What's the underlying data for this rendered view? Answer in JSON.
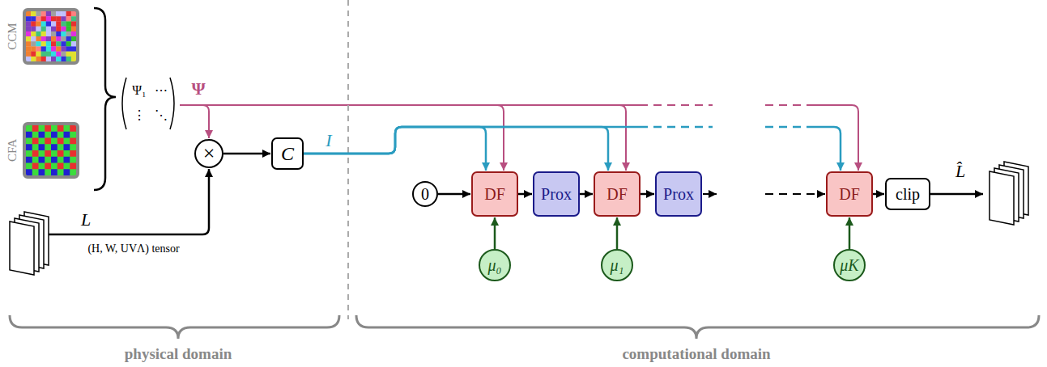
{
  "diagram": {
    "nodes": [
      {
        "text": [
          "×"
        ]
      },
      {
        "text": [
          "C"
        ]
      },
      {
        "text": [
          "0"
        ]
      },
      {
        "text": [
          "DF"
        ]
      },
      {
        "text": [
          "Prox"
        ]
      },
      {
        "text": [
          "DF"
        ]
      },
      {
        "text": [
          "Prox"
        ]
      },
      {
        "text": [
          "DF"
        ]
      },
      {
        "text": [
          "clip"
        ]
      },
      {
        "text": [
          "μ₀"
        ]
      },
      {
        "text": [
          "μ₁"
        ]
      },
      {
        "text": [
          "μK"
        ]
      }
    ],
    "edges": [
      {
        "from": 0,
        "to": 1,
        "arrow": "to"
      },
      {
        "from": 1,
        "to": 3,
        "arrow": "to",
        "label": "I"
      },
      {
        "from": 1,
        "to": 5,
        "arrow": "to"
      },
      {
        "from": 1,
        "to": 7,
        "arrow": "to"
      },
      {
        "from": 2,
        "to": 3,
        "arrow": "to"
      },
      {
        "from": 3,
        "to": 4,
        "arrow": "to"
      },
      {
        "from": 4,
        "to": 5,
        "arrow": "to"
      },
      {
        "from": 5,
        "to": 6,
        "arrow": "to"
      },
      {
        "from": 7,
        "to": 8,
        "arrow": "to"
      },
      {
        "from": 9,
        "to": 3,
        "arrow": "to"
      },
      {
        "from": 10,
        "to": 5,
        "arrow": "to"
      },
      {
        "from": 11,
        "to": 7,
        "arrow": "to"
      }
    ],
    "labels": [
      "CCM",
      "CFA",
      "Ψ₁",
      "⋯",
      "⋮",
      "⋱",
      "Ψ",
      "L",
      "(H, W, UVΛ) tensor",
      "L̂",
      "physical domain",
      "computational domain"
    ]
  }
}
